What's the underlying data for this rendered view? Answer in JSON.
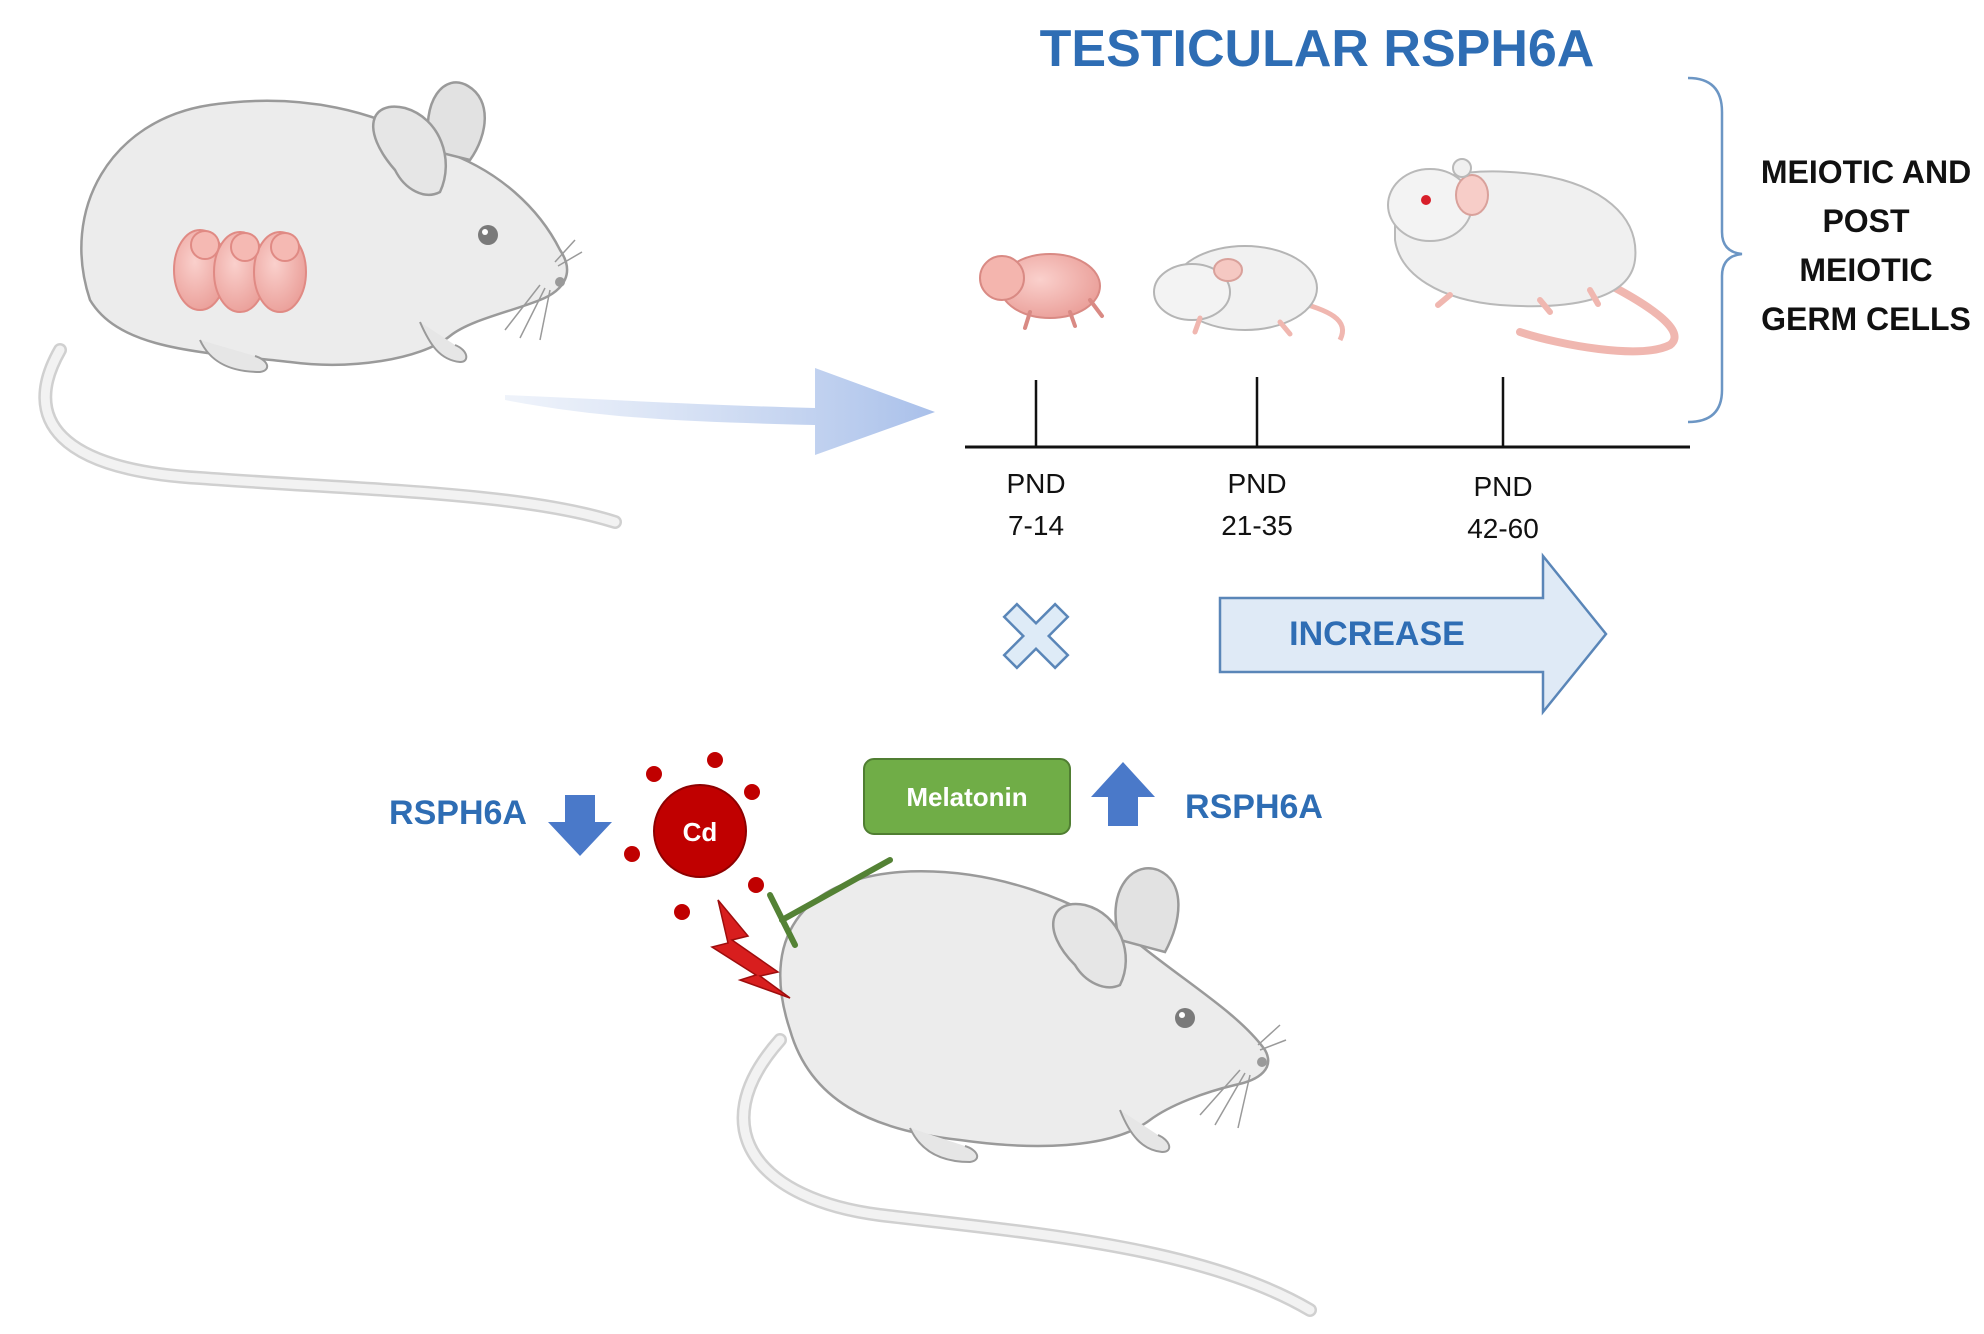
{
  "title": "TESTICULAR  RSPH6A",
  "timeline": {
    "points": [
      {
        "line1": "PND",
        "line2": "7-14"
      },
      {
        "line1": "PND",
        "line2": "21-35"
      },
      {
        "line1": "PND",
        "line2": "42-60"
      }
    ]
  },
  "cell_label": [
    "MEIOTIC AND",
    "POST",
    "MEIOTIC",
    "GERM CELLS"
  ],
  "increase_label": "INCREASE",
  "no_expression_icon": "x-mark-icon",
  "bottom": {
    "left_label": "RSPH6A",
    "right_label": "RSPH6A",
    "cd_label": "Cd",
    "melatonin_label": "Melatonin"
  },
  "colors": {
    "title_blue": "#2e6db4",
    "arrow_blue": "#4a79c9",
    "cd_red": "#c00000",
    "melatonin_green": "#6aab45",
    "inhibit_green": "#548235",
    "increase_fill": "#dbe8f6",
    "mouse_body": "#ebebeb",
    "pup_pink": "#f2b6b2"
  }
}
